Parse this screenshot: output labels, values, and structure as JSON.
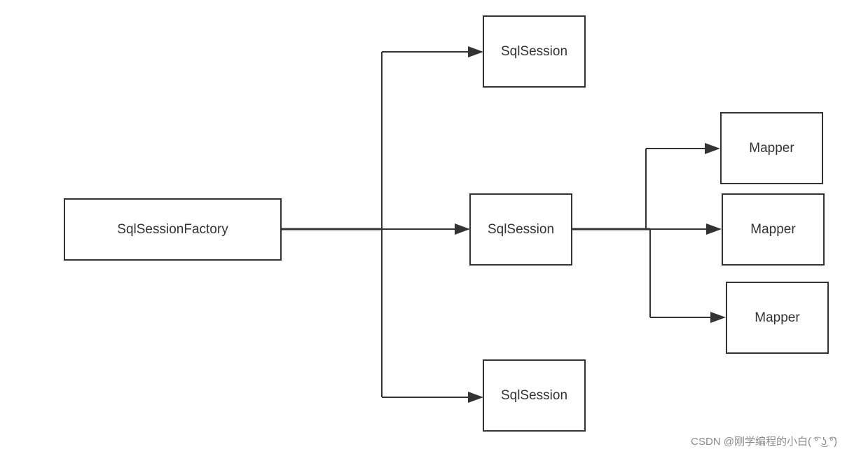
{
  "diagram": {
    "nodes": [
      {
        "id": "factory",
        "label": "SqlSessionFactory"
      },
      {
        "id": "session_top",
        "label": "SqlSession"
      },
      {
        "id": "session_mid",
        "label": "SqlSession"
      },
      {
        "id": "session_bottom",
        "label": "SqlSession"
      },
      {
        "id": "mapper_1",
        "label": "Mapper"
      },
      {
        "id": "mapper_2",
        "label": "Mapper"
      },
      {
        "id": "mapper_3",
        "label": "Mapper"
      }
    ],
    "edges": [
      {
        "from": "factory",
        "to": "session_top"
      },
      {
        "from": "factory",
        "to": "session_mid"
      },
      {
        "from": "factory",
        "to": "session_bottom"
      },
      {
        "from": "session_mid",
        "to": "mapper_1"
      },
      {
        "from": "session_mid",
        "to": "mapper_2"
      },
      {
        "from": "session_mid",
        "to": "mapper_3"
      }
    ]
  },
  "watermark": "CSDN @刚学编程的小白( ͡° ͜ʖ ͡°)"
}
